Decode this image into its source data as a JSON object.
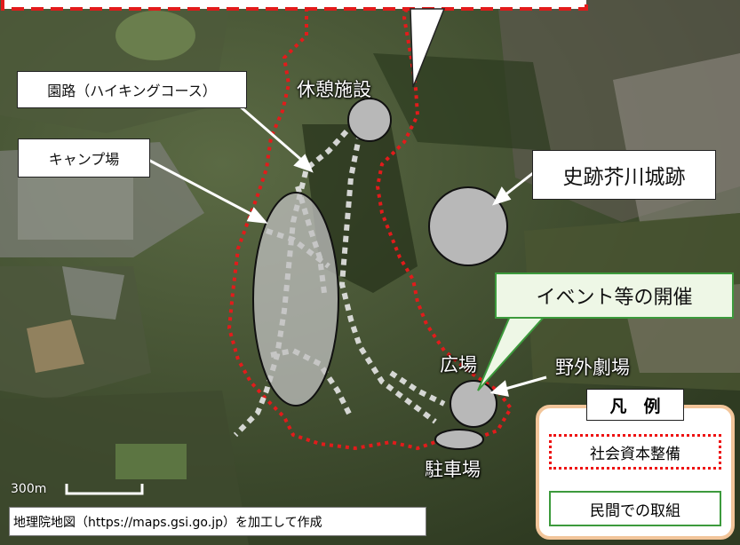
{
  "labels": {
    "trail": "園路（ハイキングコース）",
    "camp": "キャンプ場",
    "rest": "休憩施設",
    "castle": "史跡芥川城跡",
    "event": "イベント等の開催",
    "plaza": "広場",
    "theater": "野外劇場",
    "parking": "駐車場"
  },
  "legend": {
    "title": "凡　例",
    "red_item": "社会資本整備",
    "green_item": "民間での取組"
  },
  "scale": "300m",
  "source": "地理院地図（https://maps.gsi.go.jp）を加工して作成",
  "colors": {
    "boundary": "#e21b1b",
    "private_box": "#3c9a3c",
    "legend_border": "#f2c59a",
    "trail": "#e6e6e6"
  }
}
